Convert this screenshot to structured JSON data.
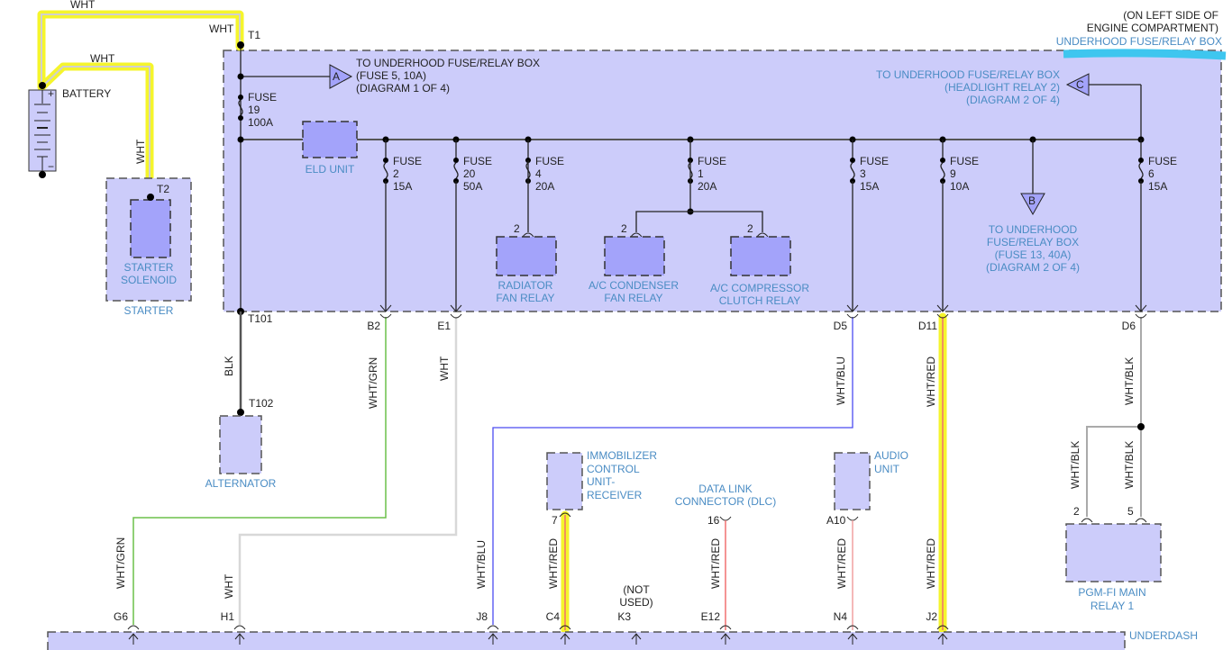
{
  "diagram": {
    "title_note": [
      "(ON LEFT SIDE OF",
      "ENGINE COMPARTMENT)"
    ],
    "fuse_box_label": "UNDERHOOD FUSE/RELAY BOX",
    "underdash_label": "UNDERDASH",
    "battery": {
      "label": "BATTERY",
      "plus": "+",
      "minus": "−"
    },
    "starter": {
      "solenoid_label": [
        "STARTER",
        "SOLENOID"
      ],
      "group_label": "STARTER",
      "terminal": "T2"
    },
    "alternator": {
      "label": "ALTERNATOR",
      "terminal": "T102"
    },
    "terminals": {
      "t1": "T1",
      "t101": "T101"
    },
    "wires": {
      "battery_to_t1": "WHT",
      "battery_to_t1_vert": "WHT",
      "battery_to_starter": "WHT",
      "starter_vert": "WHT",
      "t101_to_alt": "BLK",
      "b2": "WHT/GRN",
      "e1": "WHT",
      "d5": "WHT/BLU",
      "d11": "WHT/RED",
      "d6": "WHT/BLK",
      "relay_2": "WHT/BLK",
      "relay_5": "WHT/BLK",
      "g6": "WHT/GRN",
      "h1": "WHT",
      "j8": "WHT/BLU",
      "c4": "WHT/RED",
      "e12": "WHT/RED",
      "n4": "WHT/RED",
      "j2": "WHT/RED"
    },
    "connector_a": {
      "letter": "A",
      "text": [
        "TO UNDERHOOD FUSE/RELAY BOX",
        "(FUSE 5, 10A)",
        "(DIAGRAM 1 OF 4)"
      ]
    },
    "connector_b": {
      "letter": "B",
      "text": [
        "TO UNDERHOOD",
        "FUSE/RELAY BOX",
        "(FUSE 13, 40A)",
        "(DIAGRAM 2 OF 4)"
      ]
    },
    "connector_c": {
      "letter": "C",
      "text": [
        "TO UNDERHOOD FUSE/RELAY BOX",
        "(HEADLIGHT RELAY 2)",
        "(DIAGRAM 2 OF 4)"
      ]
    },
    "eld_unit": "ELD UNIT",
    "fuses": [
      {
        "id": "f19",
        "label": "FUSE",
        "number": "19",
        "rating": "100A"
      },
      {
        "id": "f2",
        "label": "FUSE",
        "number": "2",
        "rating": "15A"
      },
      {
        "id": "f20",
        "label": "FUSE",
        "number": "20",
        "rating": "50A"
      },
      {
        "id": "f4",
        "label": "FUSE",
        "number": "4",
        "rating": "20A"
      },
      {
        "id": "f1",
        "label": "FUSE",
        "number": "1",
        "rating": "20A"
      },
      {
        "id": "f3",
        "label": "FUSE",
        "number": "3",
        "rating": "15A"
      },
      {
        "id": "f9",
        "label": "FUSE",
        "number": "9",
        "rating": "10A"
      },
      {
        "id": "f6",
        "label": "FUSE",
        "number": "6",
        "rating": "15A"
      }
    ],
    "relays": [
      {
        "label": [
          "RADIATOR",
          "FAN RELAY"
        ],
        "pin": "2"
      },
      {
        "label": [
          "A/C CONDENSER",
          "FAN RELAY"
        ],
        "pin": "2"
      },
      {
        "label": [
          "A/C COMPRESSOR",
          "CLUTCH RELAY"
        ],
        "pin": "2"
      }
    ],
    "box_pins": {
      "b2": "B2",
      "e1": "E1",
      "d5": "D5",
      "d11": "D11",
      "d6": "D6"
    },
    "immobilizer": {
      "label": [
        "IMMOBILIZER",
        "CONTROL",
        "UNIT-",
        "RECEIVER"
      ],
      "pin": "7"
    },
    "dlc": {
      "label": [
        "DATA LINK",
        "CONNECTOR (DLC)"
      ],
      "pin": "16"
    },
    "audio": {
      "label": [
        "AUDIO",
        "UNIT"
      ],
      "pin": "A10"
    },
    "pgm_relay": {
      "label": [
        "PGM-FI MAIN",
        "RELAY 1"
      ],
      "pin_a": "2",
      "pin_b": "5"
    },
    "underdash_pins": {
      "g6": "G6",
      "h1": "H1",
      "j8": "J8",
      "c4": "C4",
      "k3": "K3",
      "e12": "E12",
      "n4": "N4",
      "j2": "J2"
    },
    "not_used": [
      "(NOT",
      "USED)"
    ],
    "colors": {
      "highlight": "#f5f52c",
      "box_fill": "#ccccfa",
      "component_fill": "#a3a3fa",
      "label_blue": "#4a8cc4",
      "wire_green": "#6cc04a",
      "wire_white": "#d8d8d8",
      "wire_blue": "#4b4bf0",
      "wire_red": "#f07070",
      "cyan_mark": "#3ec6ef"
    }
  }
}
